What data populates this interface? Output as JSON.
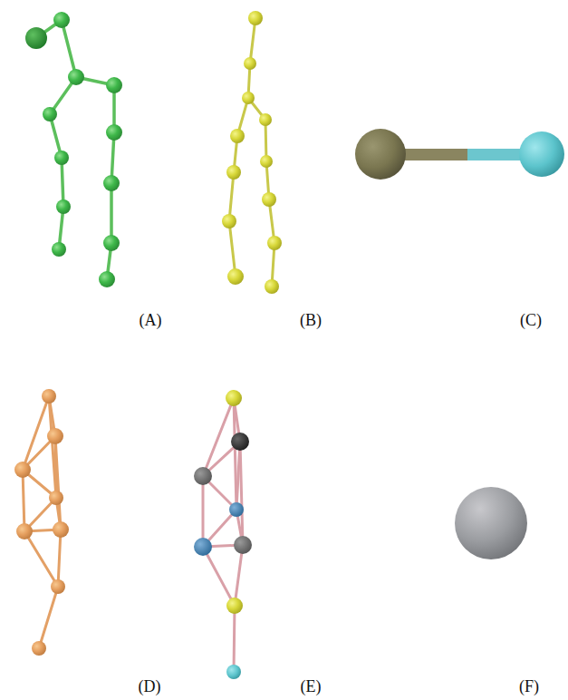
{
  "diagram": {
    "labels": [
      "(A)",
      "(B)",
      "(C)",
      "(D)",
      "(E)",
      "(F)"
    ]
  }
}
